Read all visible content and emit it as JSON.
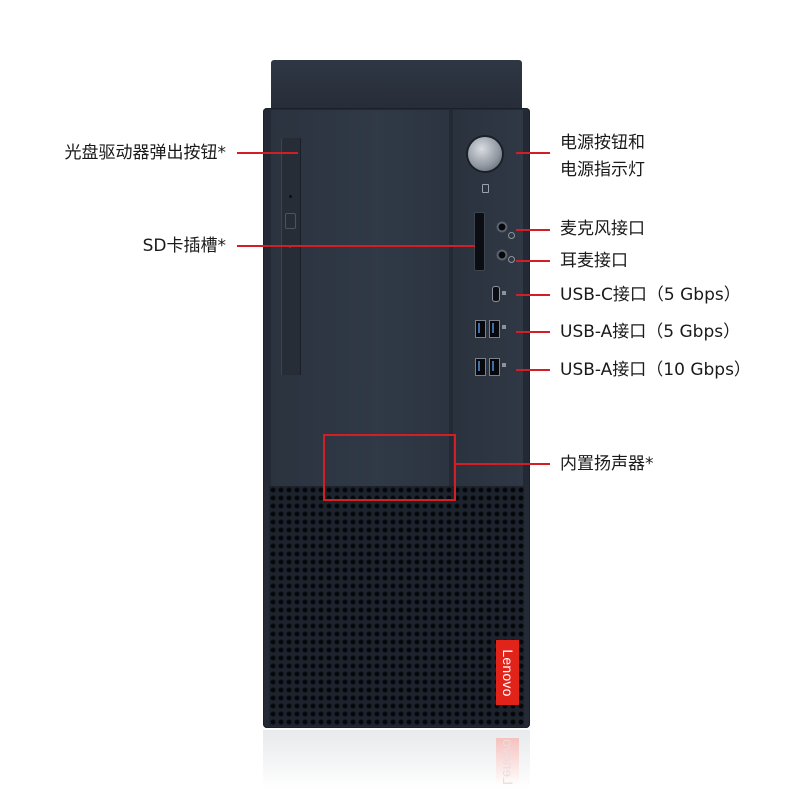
{
  "labels": {
    "odd_eject": "光盘驱动器弹出按钮*",
    "sd_slot": "SD卡插槽*",
    "power_line1": "电源按钮和",
    "power_line2": "电源指示灯",
    "mic": "麦克风接口",
    "headphone": "耳麦接口",
    "usb_c": "USB-C接口（5 Gbps）",
    "usb_a_5": "USB-A接口（5 Gbps）",
    "usb_a_10": "USB-A接口（10 Gbps）",
    "speaker": "内置扬声器*"
  },
  "brand": {
    "logo_text": "Lenovo",
    "badge_color": "#e2231a"
  },
  "colors": {
    "callout_line": "#d11f25",
    "tower_body": "#232a35"
  },
  "icons": [
    "power-icon",
    "microphone-icon",
    "headphone-icon",
    "usb-c-port-icon",
    "usb-a-port-icon"
  ]
}
